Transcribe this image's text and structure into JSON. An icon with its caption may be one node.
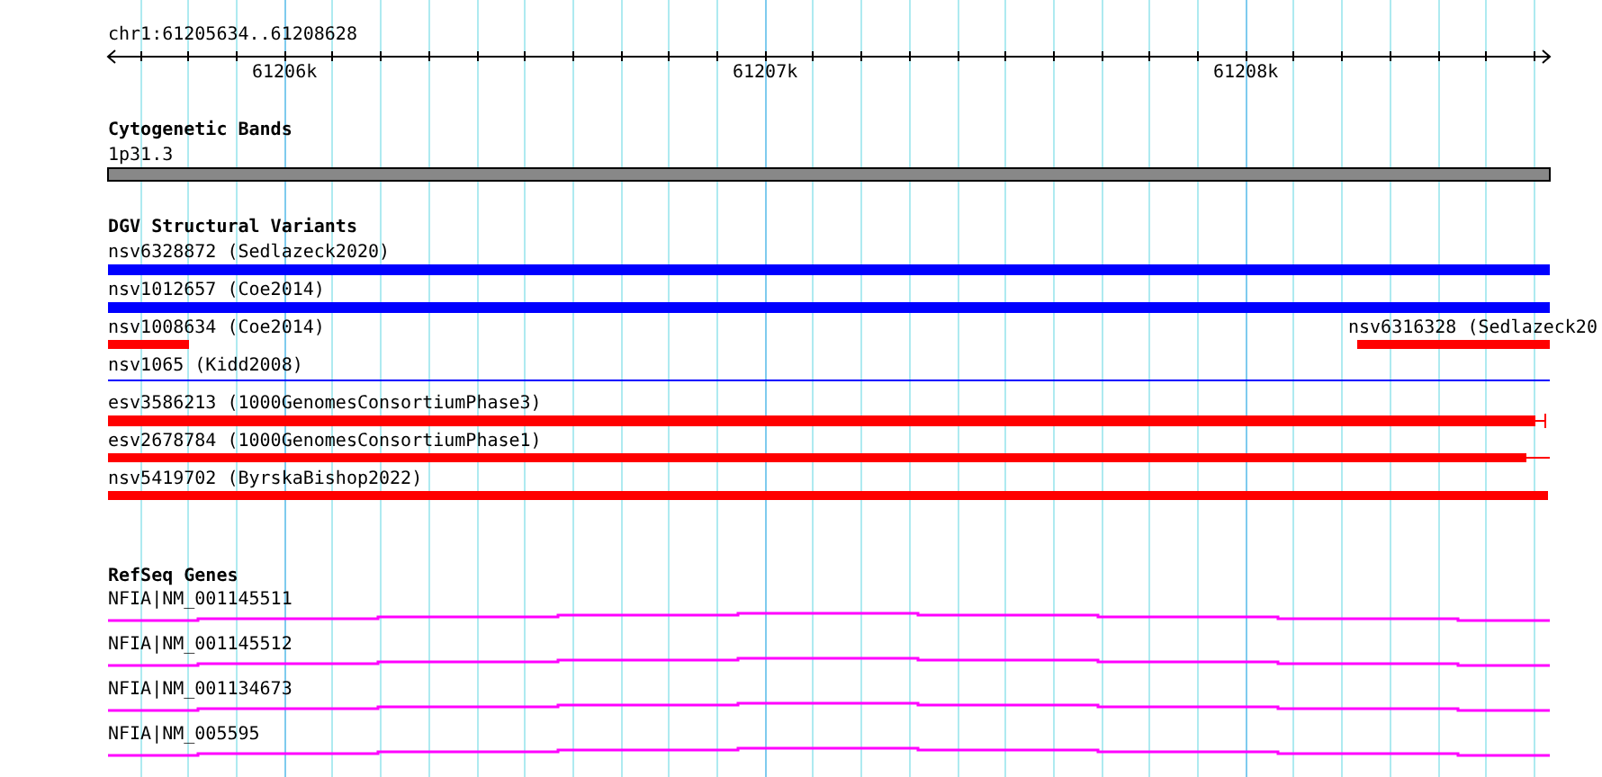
{
  "diagram": {
    "nodes": [
      {
        "text": [
          "1p31.3"
        ]
      },
      {
        "text": [
          "nsv6328872 (Sedlazeck2020)"
        ]
      },
      {
        "text": [
          "nsv1012657 (Coe2014)"
        ]
      },
      {
        "text": [
          "nsv1008634 (Coe2014)"
        ]
      },
      {
        "text": [
          "nsv6316328 (Sedlazeck20"
        ]
      },
      {
        "text": [
          "nsv1065 (Kidd2008)"
        ]
      },
      {
        "text": [
          "esv3586213 (1000GenomesConsortiumPhase3)"
        ]
      },
      {
        "text": [
          "esv2678784 (1000GenomesConsortiumPhase1)"
        ]
      },
      {
        "text": [
          "nsv5419702 (ByrskaBishop2022)"
        ]
      },
      {
        "text": [
          "NFIA|NM_001145511"
        ]
      },
      {
        "text": [
          "NFIA|NM_001145512"
        ]
      },
      {
        "text": [
          "NFIA|NM_001134673"
        ]
      },
      {
        "text": [
          "NFIA|NM_005595"
        ]
      }
    ],
    "edges": [],
    "labels": [
      "chr1:61205634..61208628",
      "61206k",
      "61207k",
      "61208k",
      "Cytogenetic Bands",
      "DGV Structural Variants",
      "RefSeq Genes"
    ]
  }
}
